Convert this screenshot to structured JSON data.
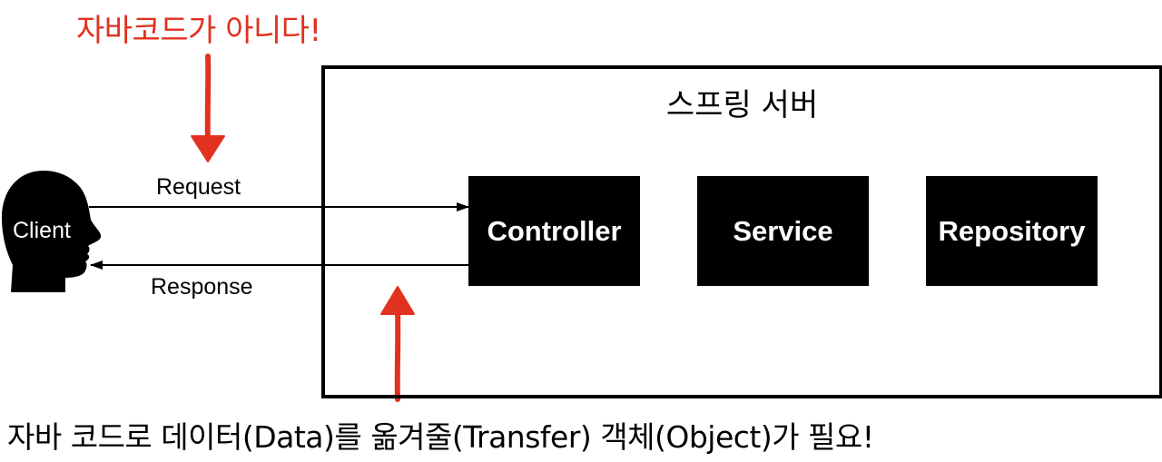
{
  "top_note": "자바코드가 아니다!",
  "server_title": "스프링 서버",
  "client_label": "Client",
  "request_label": "Request",
  "response_label": "Response",
  "components": [
    "Controller",
    "Service",
    "Repository"
  ],
  "bottom_note": "자바 코드로 데이터(Data)를 옮겨줄(Transfer) 객체(Object)가 필요!",
  "colors": {
    "annotation_red": "#e0321f",
    "box_fill": "#000000",
    "box_text": "#ffffff"
  }
}
